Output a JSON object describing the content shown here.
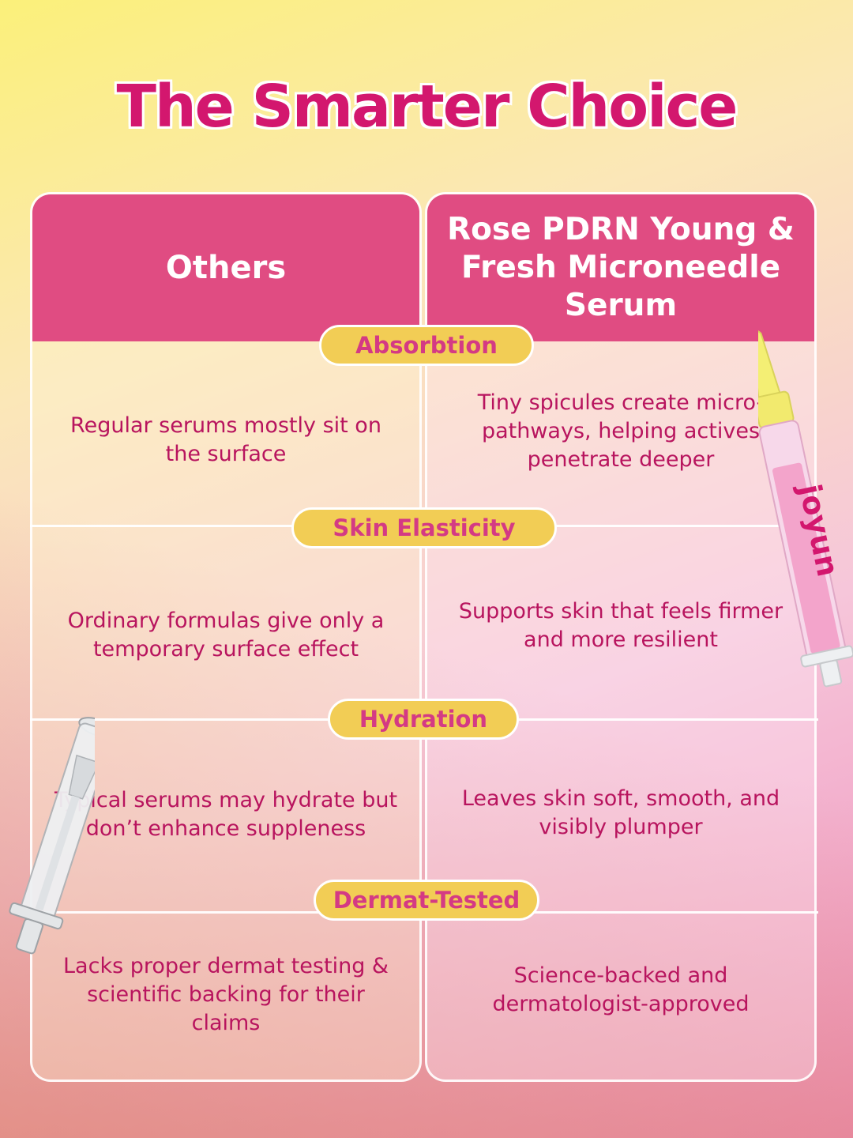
{
  "title": "The Smarter Choice",
  "columns": {
    "others": "Others",
    "product": "Rose PDRN Young & Fresh Microneedle Serum"
  },
  "rows": [
    {
      "label": "Absorbtion",
      "others": "Regular serums mostly sit on the surface",
      "product": "Tiny spicules create micro-pathways, helping actives penetrate deeper"
    },
    {
      "label": "Skin Elasticity",
      "others": "Ordinary formulas give only a temporary surface effect",
      "product": "Supports skin that feels firmer and more resilient"
    },
    {
      "label": "Hydration",
      "others": "Typical serums may hydrate but don’t enhance suppleness",
      "product": "Leaves skin soft, smooth, and visibly plumper"
    },
    {
      "label": "Dermat-Tested",
      "others": "Lacks proper dermat testing & scientific backing for their claims",
      "product": "Science-backed and dermatologist-approved"
    }
  ],
  "brand_on_syringe": "joyun",
  "colors": {
    "title": "#d3176e",
    "header_bg": "#e04c82",
    "pill_bg": "#f2cd55",
    "pill_text": "#d43a84",
    "body_text": "#b8145e"
  }
}
